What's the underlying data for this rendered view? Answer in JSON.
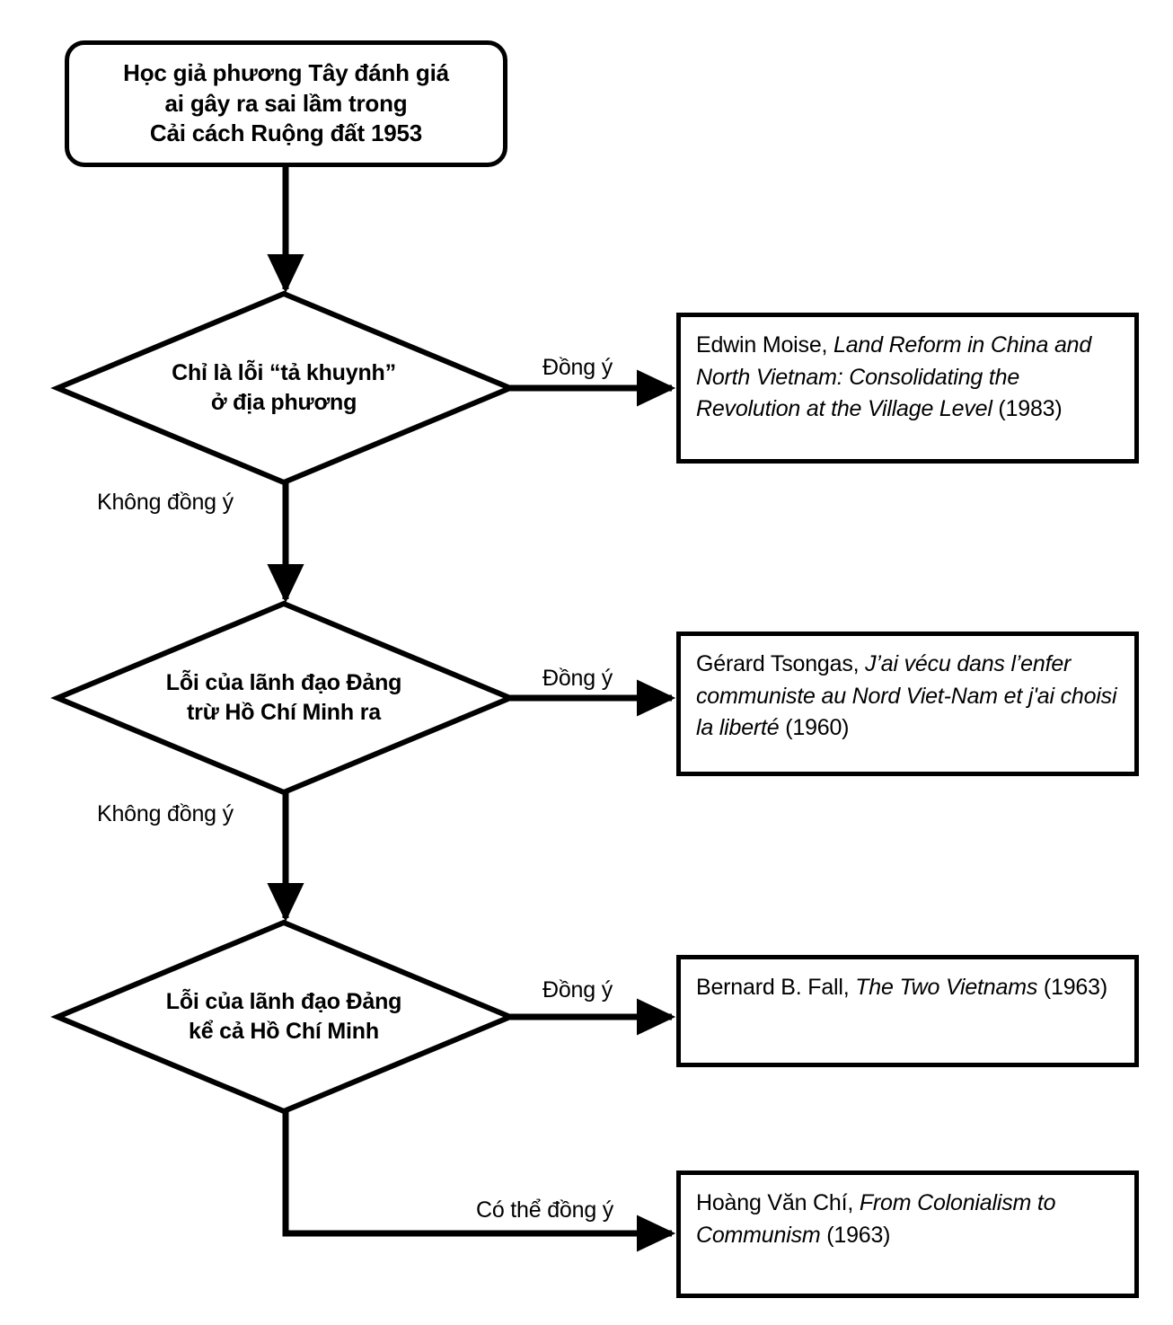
{
  "diagram": {
    "title_node": {
      "lines": [
        "Học giả phương Tây đánh giá",
        "ai gây ra sai lầm trong",
        "Cải cách Ruộng đất 1953"
      ]
    },
    "decisions": [
      {
        "id": "d1",
        "lines": [
          "Chỉ là lỗi “tả khuynh”",
          "ở địa phương"
        ]
      },
      {
        "id": "d2",
        "lines": [
          "Lỗi của lãnh đạo Đảng",
          "trừ Hồ Chí Minh ra"
        ]
      },
      {
        "id": "d3",
        "lines": [
          "Lỗi của lãnh đạo Đảng",
          "kể cả Hồ Chí Minh"
        ]
      }
    ],
    "references": [
      {
        "id": "r1",
        "author": "Edwin Moise, ",
        "work": "Land Reform in China and North Vietnam: Consolidating the Revolution at the Village Level",
        "year": " (1983)"
      },
      {
        "id": "r2",
        "author": "Gérard Tsongas, ",
        "work": "J’ai vécu dans l’enfer communiste au Nord Viet-Nam et j'ai choisi la liberté",
        "year": " (1960)"
      },
      {
        "id": "r3",
        "author": "Bernard B. Fall, ",
        "work": "The Two Vietnams",
        "year": " (1963)"
      },
      {
        "id": "r4",
        "author": "Hoàng Văn Chí, ",
        "work": "From Colonialism to Communism",
        "year": " (1963)"
      }
    ],
    "edge_labels": {
      "agree_1": "Đồng ý",
      "agree_2": "Đồng ý",
      "agree_3": "Đồng ý",
      "disagree_1": "Không đồng ý",
      "disagree_2": "Không đồng ý",
      "maybe_agree": "Có thể đồng ý"
    },
    "colors": {
      "stroke": "#000000",
      "fill": "#ffffff",
      "text": "#000000"
    }
  }
}
